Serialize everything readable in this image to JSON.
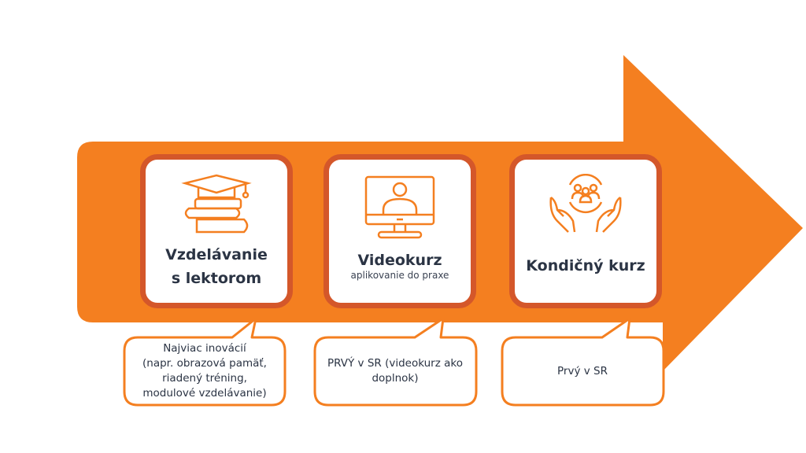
{
  "colors": {
    "arrow": "#f47f20",
    "card_border": "#d4572a",
    "text": "#2b3444"
  },
  "steps": [
    {
      "icon": "graduation-books-icon",
      "title_lines": [
        "Vzdelávanie",
        "s lektorom"
      ],
      "note_lines": [
        "Najviac inovácií",
        "(napr. obrazová pamäť,",
        "riadený tréning,",
        "modulové vzdelávanie)"
      ]
    },
    {
      "icon": "video-monitor-icon",
      "title": "Videokurz",
      "subtitle": "aplikovanie do praxe",
      "note_lines": [
        "PRVÝ v SR (videokurz ako",
        "doplnok)"
      ]
    },
    {
      "icon": "hands-group-icon",
      "title": "Kondičný kurz",
      "note_lines": [
        "Prvý v SR"
      ]
    }
  ]
}
